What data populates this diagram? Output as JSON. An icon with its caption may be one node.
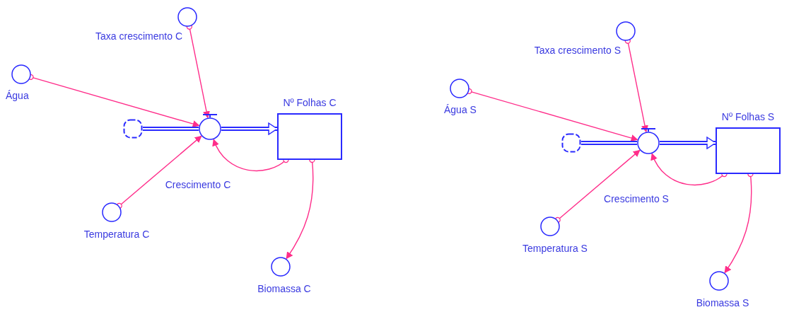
{
  "diagram": {
    "nodes": [
      {
        "text": [
          "Taxa crescimento C"
        ]
      },
      {
        "text": [
          "Água"
        ]
      },
      {
        "text": [],
        "shape": "cloud"
      },
      {
        "text": [
          "Crescimento C"
        ]
      },
      {
        "text": [
          "Nº Folhas C"
        ]
      },
      {
        "text": [
          "Temperatura C"
        ]
      },
      {
        "text": [
          "Biomassa C"
        ]
      },
      {
        "text": [
          "Taxa crescimento S"
        ]
      },
      {
        "text": [
          "Água S"
        ]
      },
      {
        "text": [],
        "shape": "cloud"
      },
      {
        "text": [
          "Crescimento S"
        ]
      },
      {
        "text": [
          "Nº Folhas S"
        ]
      },
      {
        "text": [
          "Temperatura S"
        ]
      },
      {
        "text": [
          "Biomassa S"
        ]
      }
    ],
    "edges": [
      {
        "from": 0,
        "to": 3,
        "arrow": "to"
      },
      {
        "from": 1,
        "to": 3,
        "arrow": "to"
      },
      {
        "from": 5,
        "to": 3,
        "arrow": "to"
      },
      {
        "from": 4,
        "to": 3,
        "arrow": "to"
      },
      {
        "from": 4,
        "to": 6,
        "arrow": "to"
      },
      {
        "from": 2,
        "to": 3,
        "arrow": "none",
        "style": "thick",
        "color": "#2a2aff"
      },
      {
        "from": 3,
        "to": 4,
        "arrow": "to",
        "style": "thick",
        "color": "#2a2aff"
      },
      {
        "from": 7,
        "to": 10,
        "arrow": "to"
      },
      {
        "from": 8,
        "to": 10,
        "arrow": "to"
      },
      {
        "from": 12,
        "to": 10,
        "arrow": "to"
      },
      {
        "from": 11,
        "to": 10,
        "arrow": "to"
      },
      {
        "from": 11,
        "to": 13,
        "arrow": "to"
      },
      {
        "from": 9,
        "to": 10,
        "arrow": "none",
        "style": "thick",
        "color": "#2a2aff"
      },
      {
        "from": 10,
        "to": 11,
        "arrow": "to",
        "style": "thick",
        "color": "#2a2aff"
      }
    ]
  }
}
